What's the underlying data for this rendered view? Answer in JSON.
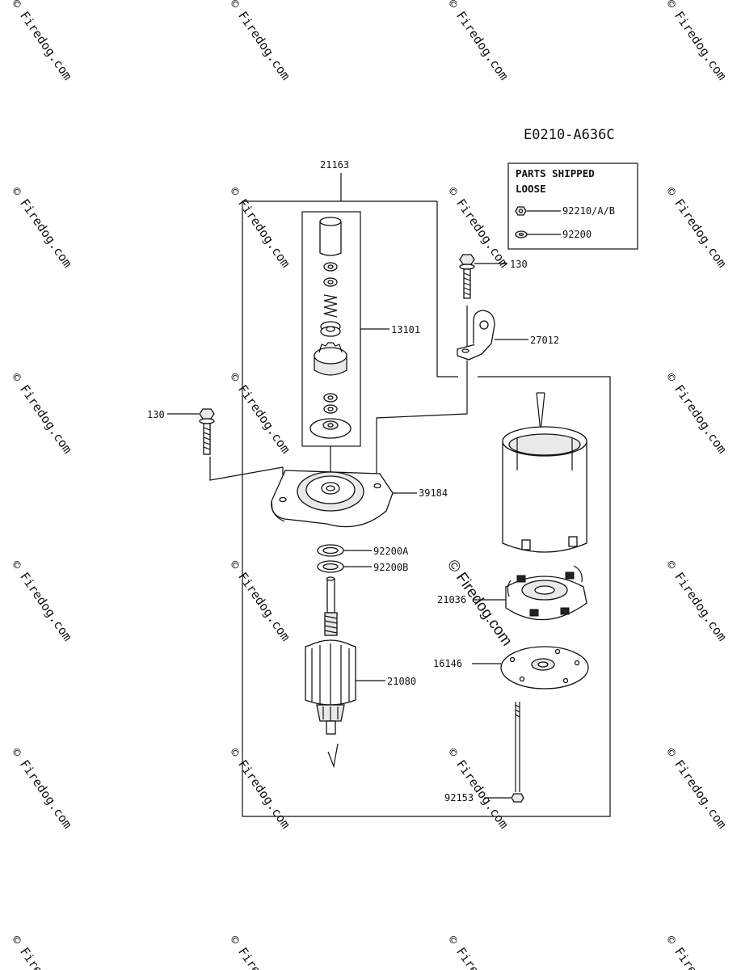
{
  "diagram_code": "E0210-A636C",
  "assembly_label": "21163",
  "legend": {
    "title_line1": "PARTS SHIPPED",
    "title_line2": "LOOSE",
    "items": [
      "92210/A/B",
      "92200"
    ]
  },
  "callouts": {
    "bolt_top": "130",
    "bracket": "27012",
    "drive_kit": "13101",
    "bolt_left": "130",
    "end_cover": "39184",
    "washer_a": "92200A",
    "washer_b": "92200B",
    "brush_holder": "21036",
    "armature": "21080",
    "end_plate": "16146",
    "through_bolt": "92153"
  },
  "watermark": {
    "text": "© Firedog.com"
  },
  "colors": {
    "line": "#111111",
    "watermark": "#d6d6d6"
  }
}
